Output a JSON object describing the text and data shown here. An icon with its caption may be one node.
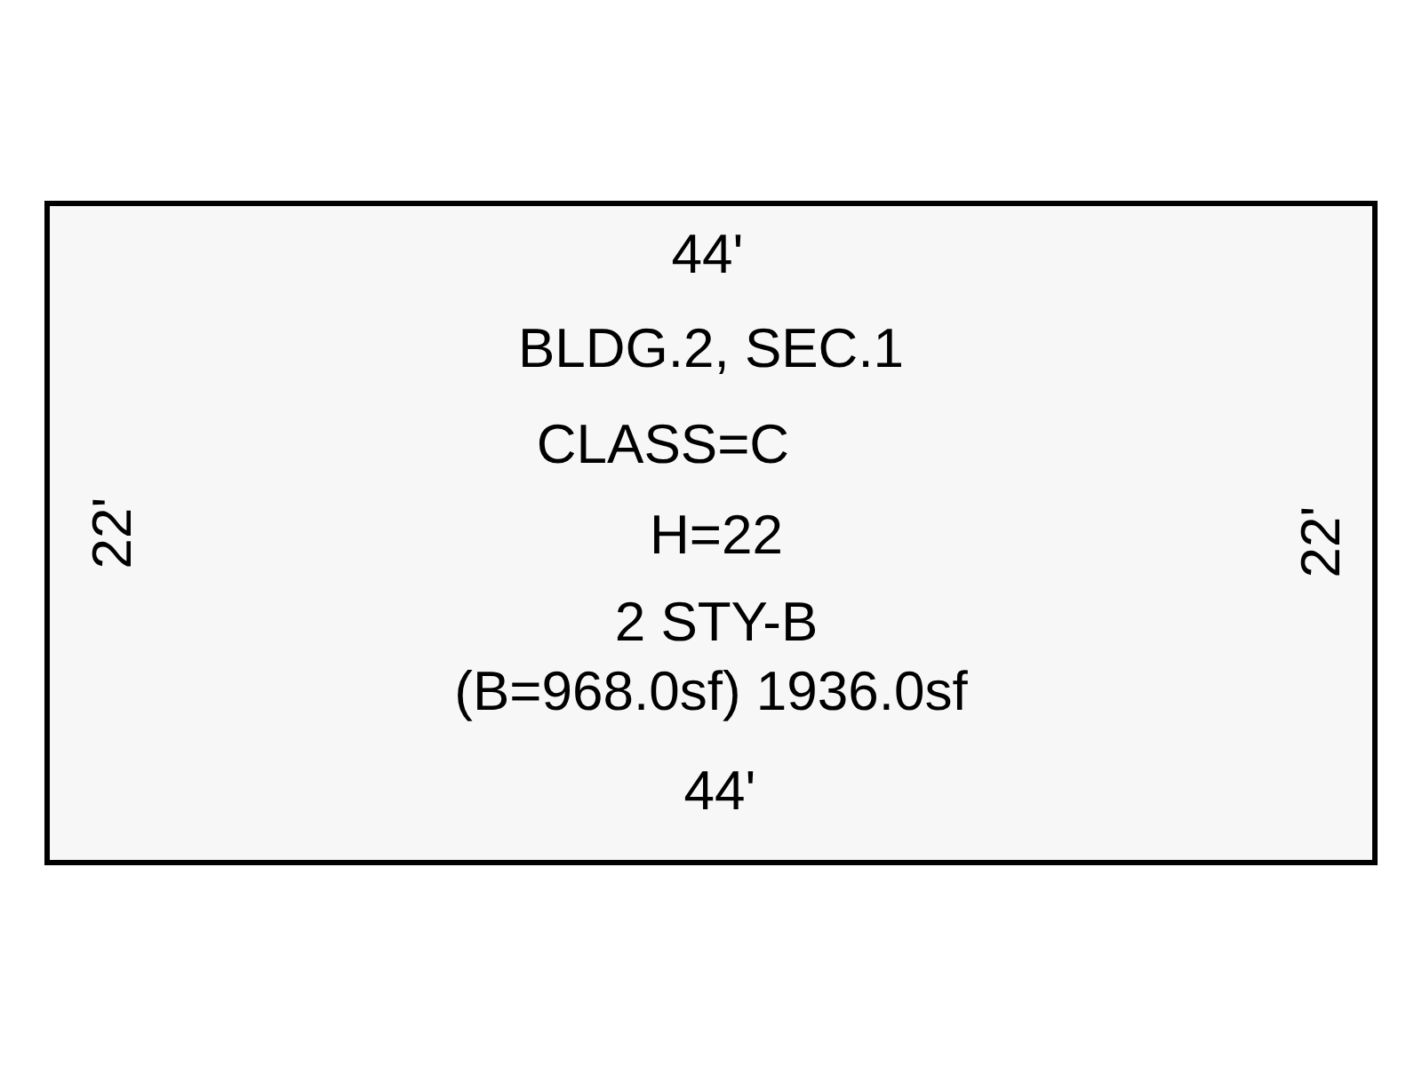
{
  "diagram": {
    "nodes": [
      {
        "text": [
          "BLDG.2, SEC.1",
          "CLASS=C",
          "H=22",
          "2 STY-B",
          "(B=968.0sf) 1936.0sf"
        ]
      }
    ],
    "labels": [
      "44'",
      "22'",
      "22'",
      "44'"
    ]
  }
}
